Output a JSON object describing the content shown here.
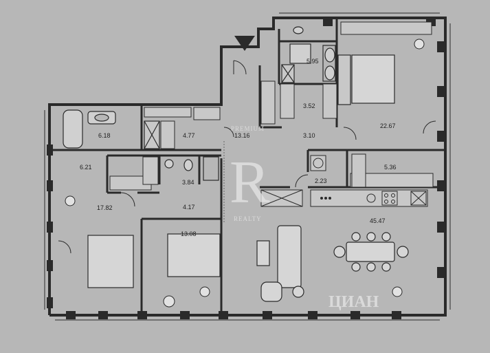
{
  "rooms": [
    {
      "id": "bath-top",
      "area": "5.95"
    },
    {
      "id": "bedroom-master",
      "area": "22.67"
    },
    {
      "id": "closet-a",
      "area": "3.52"
    },
    {
      "id": "hall-b",
      "area": "3.10"
    },
    {
      "id": "hall-main",
      "area": "13.16"
    },
    {
      "id": "bath-left",
      "area": "6.18"
    },
    {
      "id": "laundry",
      "area": "4.77"
    },
    {
      "id": "study",
      "area": "6.21"
    },
    {
      "id": "wc",
      "area": "3.84"
    },
    {
      "id": "bedroom-left",
      "area": "17.82"
    },
    {
      "id": "corridor",
      "area": "4.17"
    },
    {
      "id": "bedroom-mid",
      "area": "13.08"
    },
    {
      "id": "pantry",
      "area": "2.23"
    },
    {
      "id": "dressing",
      "area": "5.36"
    },
    {
      "id": "living",
      "area": "45.47"
    }
  ],
  "watermark": {
    "top_text": "PREMIUM",
    "bottom_text": "REALTY",
    "monogram": "R",
    "corner_text": "ЦИАН"
  },
  "colors": {
    "background": "#b7b7b7",
    "wall": "#2a2a2a",
    "furniture": "#3a3a3a"
  }
}
